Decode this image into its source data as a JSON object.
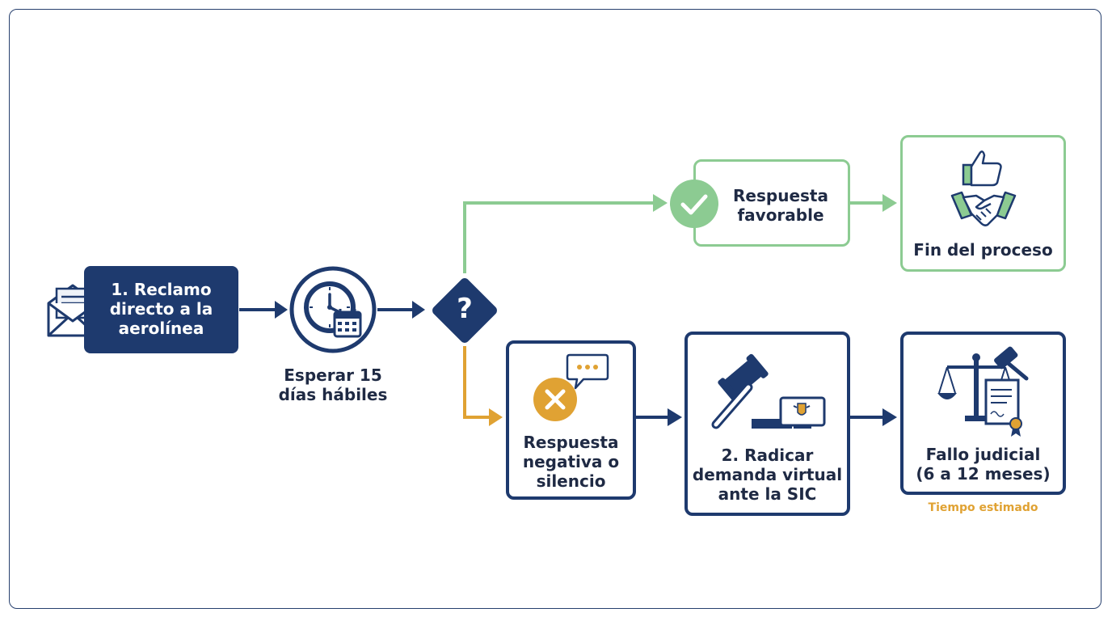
{
  "steps": {
    "reclamo": [
      "1. Reclamo",
      "directo a la",
      "aerolínea"
    ],
    "esperar": [
      "Esperar 15",
      "días hábiles"
    ],
    "decision_symbol": "?",
    "favorable": [
      "Respuesta",
      "favorable"
    ],
    "fin": "Fin del proceso",
    "negativa": [
      "Respuesta",
      "negativa o",
      "silencio"
    ],
    "radicar": [
      "2. Radicar",
      "demanda virtual",
      "ante la SIC"
    ],
    "fallo": [
      "Fallo judicial",
      "(6 a 12 meses)"
    ],
    "tiempo_estimado": "Tiempo estimado"
  },
  "colors": {
    "navy": "#1e3a6e",
    "green": "#8ccb92",
    "orange": "#e0a233",
    "frame": "#27406e"
  },
  "icons": [
    "envelope-icon",
    "clock-calendar-icon",
    "check-circle-icon",
    "thumbs-up-handshake-icon",
    "x-circle-icon",
    "speech-bubble-icon",
    "gavel-icon",
    "monitor-icon",
    "scales-of-justice-icon",
    "certificate-icon"
  ]
}
